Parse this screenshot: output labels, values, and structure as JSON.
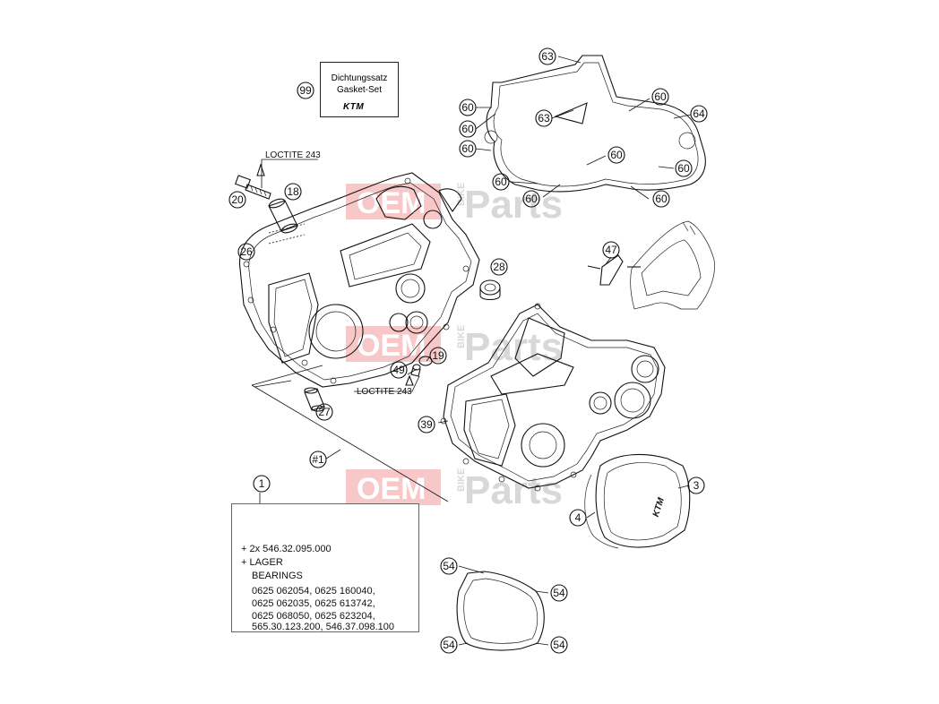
{
  "kit_box": {
    "line1": "Dichtungssatz",
    "line2": "Gasket-Set",
    "logo_text": "KTM"
  },
  "notes": {
    "loctite_top": "LOCTITE 243",
    "loctite_mid": "LOCTITE 243"
  },
  "watermark": {
    "left": "OEM",
    "mid": "BIKE",
    "right": "Parts"
  },
  "callouts": {
    "c99": "99",
    "c63a": "63",
    "c63b": "63",
    "c60a": "60",
    "c60b": "60",
    "c60c": "60",
    "c60d": "60",
    "c60e": "60",
    "c60f": "60",
    "c60g": "60",
    "c60h": "60",
    "c60i": "60",
    "c64": "64",
    "c20": "20",
    "c18": "18",
    "c26": "26",
    "c28": "28",
    "c47": "47",
    "c49": "49",
    "c19": "19",
    "c27": "27",
    "c39": "39",
    "c1ref": "#1",
    "c1": "1",
    "c3": "3",
    "c4": "4",
    "c54a": "54",
    "c54b": "54",
    "c54c": "54",
    "c54d": "54"
  },
  "panel": {
    "refs": [
      "#1",
      "18",
      "19",
      "20",
      "27",
      "28",
      "49"
    ],
    "line1": "+ 2x 546.32.095.000",
    "line2": "+  LAGER",
    "line3": "BEARINGS",
    "line4": "0625 062054, 0625 160040,",
    "line5": "0625 062035, 0625 613742,",
    "line6": "0625 068050, 0625 623204,",
    "line7": "565.30.123.200, 546.37.098.100"
  }
}
